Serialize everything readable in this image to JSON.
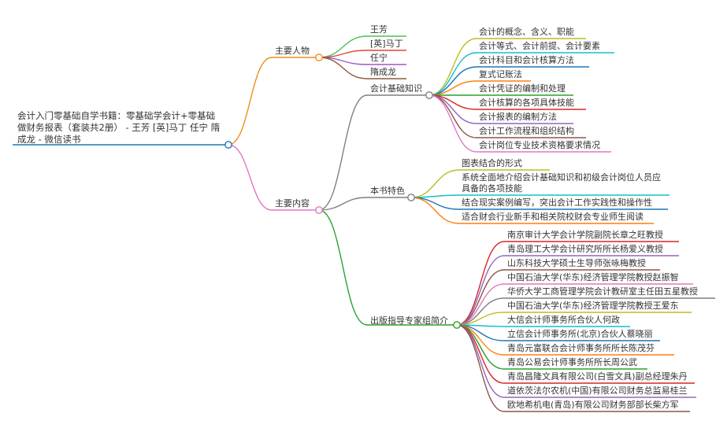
{
  "root": {
    "title": "会计入门零基础自学书籍：零基础学会计+零基础做财务报表（套装共2册） - 王芳 [英]马丁 任宁 隋成龙 - 微信读书"
  },
  "branches": [
    {
      "label": "主要人物",
      "color": "#f08c1c",
      "children": [
        {
          "label": "王芳",
          "color": "#4fbf56"
        },
        {
          "label": "[英]马丁",
          "color": "#e0433f"
        },
        {
          "label": "任宁",
          "color": "#9b59c6"
        },
        {
          "label": "隋成龙",
          "color": "#8b5a3c"
        }
      ]
    },
    {
      "label": "主要内容",
      "color": "#e377c2",
      "children": [
        {
          "label": "会计基础知识",
          "color": "#7f7f7f",
          "children": [
            {
              "label": "会计的概念、含义、职能",
              "color": "#bcbd22"
            },
            {
              "label": "会计等式、会计前提、会计要素",
              "color": "#17becf"
            },
            {
              "label": "会计科目和会计核算方法",
              "color": "#1f77b4"
            },
            {
              "label": "复式记账法",
              "color": "#ff7f0e"
            },
            {
              "label": "会计凭证的编制和处理",
              "color": "#2ca02c"
            },
            {
              "label": "会计核算的各项具体技能",
              "color": "#d62728"
            },
            {
              "label": "会计报表的编制方法",
              "color": "#9467bd"
            },
            {
              "label": "会计工作流程和组织结构",
              "color": "#8c564b"
            },
            {
              "label": "会计岗位专业技术资格要求情况",
              "color": "#e377c2"
            }
          ]
        },
        {
          "label": "本书特色",
          "color": "#7f7f7f",
          "children": [
            {
              "label": "图表结合的形式",
              "color": "#bcbd22"
            },
            {
              "label": "系统全面地介绍会计基础知识和初级会计岗位人员应具备的各项技能",
              "color": "#17becf"
            },
            {
              "label": "结合现实案例编写，突出会计工作实践性和操作性",
              "color": "#1f77b4"
            },
            {
              "label": "适合财会行业新手和相关院校财会专业师生阅读",
              "color": "#ff7f0e"
            }
          ]
        },
        {
          "label": "出版指导专家组简介",
          "color": "#2ca02c",
          "children": [
            {
              "label": "南京审计大学会计学院副院长章之旺教授",
              "color": "#d62728"
            },
            {
              "label": "青岛理工大学会计研究所所长杨爱义教授",
              "color": "#9467bd"
            },
            {
              "label": "山东科技大学硕士生导师张咏梅教授",
              "color": "#8c564b"
            },
            {
              "label": "中国石油大学(华东)经济管理学院教授赵振智",
              "color": "#e377c2"
            },
            {
              "label": "华侨大学工商管理学院会计教研室主任田五星教授",
              "color": "#7f7f7f"
            },
            {
              "label": "中国石油大学(华东)经济管理学院教授王爱东",
              "color": "#bcbd22"
            },
            {
              "label": "大信会计师事务所合伙人何政",
              "color": "#17becf"
            },
            {
              "label": "立信会计师事务所(北京)合伙人蔡晓丽",
              "color": "#1f77b4"
            },
            {
              "label": "青岛元富联合会计师事务所所长陈茂芬",
              "color": "#ff7f0e"
            },
            {
              "label": "青岛公易会计师事务所所长周公武",
              "color": "#2ca02c"
            },
            {
              "label": "青岛昌隆文具有限公司(白雪文具)副总经理朱丹",
              "color": "#d62728"
            },
            {
              "label": "道依茨法尔农机(中国)有限公司财务总监易桂兰",
              "color": "#9467bd"
            },
            {
              "label": "欧地希机电(青岛)有限公司财务部部长柴方军",
              "color": "#8c564b"
            }
          ]
        }
      ]
    }
  ],
  "colors": {
    "root_line": "#1f77b4"
  }
}
